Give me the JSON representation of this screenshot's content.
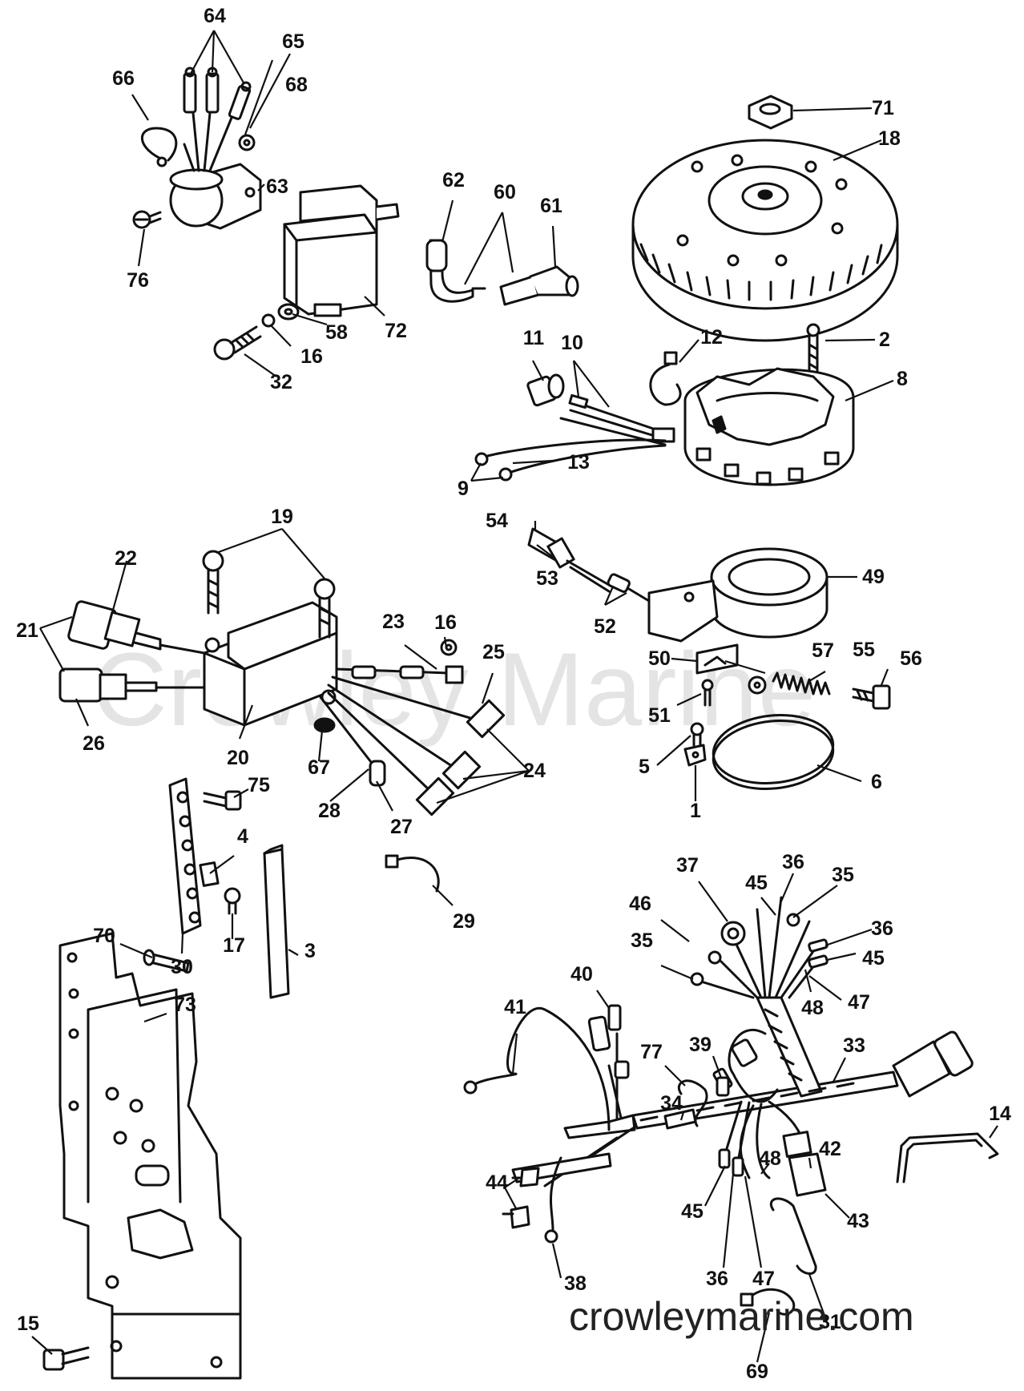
{
  "watermark": "Crowley Marine",
  "site_url": "crowleymarine.com",
  "callouts": [
    {
      "n": "64"
    },
    {
      "n": "65"
    },
    {
      "n": "66"
    },
    {
      "n": "68"
    },
    {
      "n": "63"
    },
    {
      "n": "76"
    },
    {
      "n": "72"
    },
    {
      "n": "58"
    },
    {
      "n": "16"
    },
    {
      "n": "32"
    },
    {
      "n": "62"
    },
    {
      "n": "60"
    },
    {
      "n": "61"
    },
    {
      "n": "71"
    },
    {
      "n": "18"
    },
    {
      "n": "2"
    },
    {
      "n": "12"
    },
    {
      "n": "11"
    },
    {
      "n": "10"
    },
    {
      "n": "8"
    },
    {
      "n": "13"
    },
    {
      "n": "9"
    },
    {
      "n": "19"
    },
    {
      "n": "22"
    },
    {
      "n": "21"
    },
    {
      "n": "26"
    },
    {
      "n": "20"
    },
    {
      "n": "67"
    },
    {
      "n": "23"
    },
    {
      "n": "16"
    },
    {
      "n": "25"
    },
    {
      "n": "24"
    },
    {
      "n": "28"
    },
    {
      "n": "27"
    },
    {
      "n": "54"
    },
    {
      "n": "53"
    },
    {
      "n": "52"
    },
    {
      "n": "49"
    },
    {
      "n": "50"
    },
    {
      "n": "57"
    },
    {
      "n": "55"
    },
    {
      "n": "56"
    },
    {
      "n": "51"
    },
    {
      "n": "5"
    },
    {
      "n": "6"
    },
    {
      "n": "1"
    },
    {
      "n": "75"
    },
    {
      "n": "4"
    },
    {
      "n": "17"
    },
    {
      "n": "3"
    },
    {
      "n": "29"
    },
    {
      "n": "70"
    },
    {
      "n": "30"
    },
    {
      "n": "73"
    },
    {
      "n": "15"
    },
    {
      "n": "36"
    },
    {
      "n": "37"
    },
    {
      "n": "45"
    },
    {
      "n": "35"
    },
    {
      "n": "46"
    },
    {
      "n": "36"
    },
    {
      "n": "35"
    },
    {
      "n": "45"
    },
    {
      "n": "47"
    },
    {
      "n": "48"
    },
    {
      "n": "40"
    },
    {
      "n": "41"
    },
    {
      "n": "77"
    },
    {
      "n": "39"
    },
    {
      "n": "33"
    },
    {
      "n": "14"
    },
    {
      "n": "34"
    },
    {
      "n": "42"
    },
    {
      "n": "48"
    },
    {
      "n": "44"
    },
    {
      "n": "45"
    },
    {
      "n": "43"
    },
    {
      "n": "36"
    },
    {
      "n": "47"
    },
    {
      "n": "38"
    },
    {
      "n": "31"
    },
    {
      "n": "69"
    }
  ]
}
